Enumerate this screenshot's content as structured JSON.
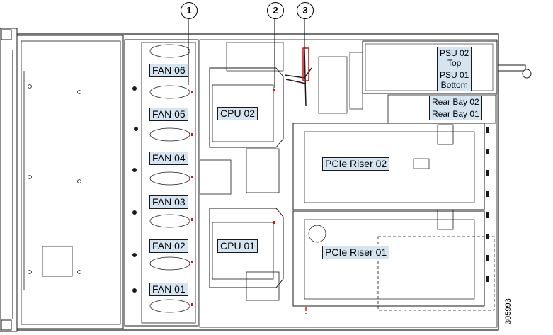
{
  "callouts": {
    "c1": "1",
    "c2": "2",
    "c3": "3"
  },
  "fans": [
    "FAN 06",
    "FAN 05",
    "FAN 04",
    "FAN 03",
    "FAN 02",
    "FAN 01"
  ],
  "cpus": {
    "cpu2": "CPU 02",
    "cpu1": "CPU 01"
  },
  "psu": {
    "top_line1": "PSU 02",
    "top_line2": "Top",
    "bottom_line1": "PSU 01",
    "bottom_line2": "Bottom"
  },
  "rear_bays": {
    "bay2": "Rear Bay 02",
    "bay1": "Rear Bay 01"
  },
  "risers": {
    "riser2": "PCIe Riser 02",
    "riser1": "PCIe Riser 01"
  },
  "figure_number": "305993",
  "colors": {
    "label_fill": "#d4e4f0",
    "line": "#1a1a1a",
    "accent_red": "#d01010",
    "grey": "#9a9a9a"
  }
}
